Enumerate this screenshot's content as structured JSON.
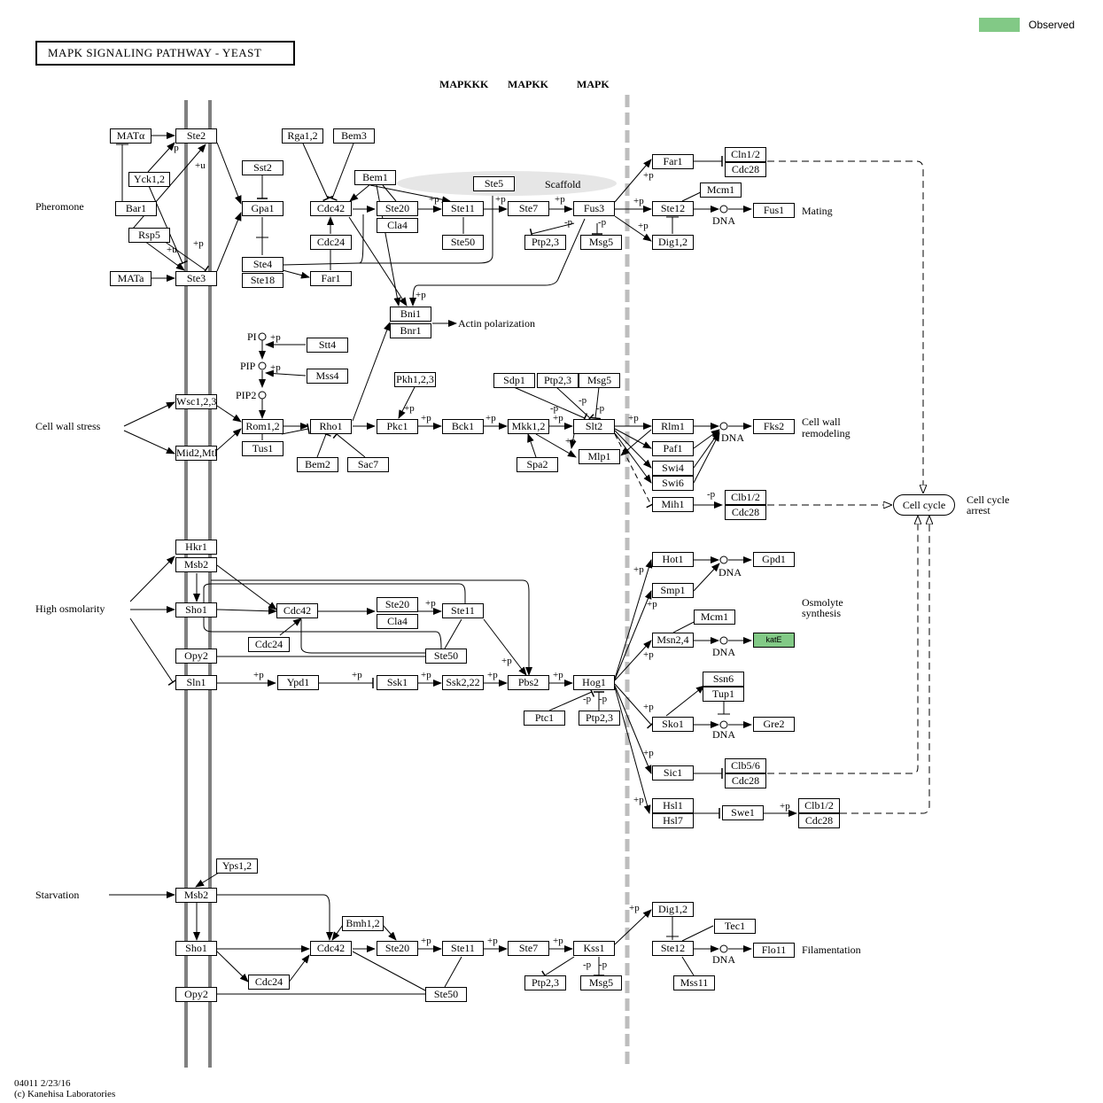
{
  "legend": {
    "observed_label": "Observed",
    "observed_color": "#82c986"
  },
  "title": "MAPK  SIGNALING  PATHWAY  -  YEAST",
  "headers": {
    "mapkkk": "MAPKKK",
    "mapkk": "MAPKK",
    "mapk": "MAPK"
  },
  "stimuli": {
    "pheromone": "Pheromone",
    "cell_wall_stress": "Cell wall stress",
    "high_osmolarity": "High osmolarity",
    "starvation": "Starvation"
  },
  "outcomes": {
    "actin": "Actin polarization",
    "mating": "Mating",
    "cell_wall_1": "Cell wall",
    "cell_wall_2": "remodeling",
    "cell_cycle_arrest_1": "Cell cycle",
    "cell_cycle_arrest_2": "arrest",
    "osmolyte_1": "Osmolyte",
    "osmolyte_2": "synthesis",
    "filamentation": "Filamentation",
    "scaffold": "Scaffold"
  },
  "cell_cycle": "Cell cycle",
  "dna": "DNA",
  "modifiers": {
    "p": "+p",
    "u": "+u",
    "mp": "-p"
  },
  "small_labels": {
    "pi": "PI",
    "pip": "PIP",
    "pip2": "PIP2"
  },
  "nodes": {
    "mata_alpha": "MATα",
    "ste2": "Ste2",
    "yck12": "Yck1,2",
    "bar1": "Bar1",
    "rsp5": "Rsp5",
    "mata": "MATa",
    "ste3": "Ste3",
    "rga12": "Rga1,2",
    "bem3": "Bem3",
    "sst2": "Sst2",
    "gpa1": "Gpa1",
    "bem1": "Bem1",
    "cdc42_a": "Cdc42",
    "ste20_a": "Ste20",
    "cla4_a": "Cla4",
    "cdc24_a": "Cdc24",
    "ste4": "Ste4",
    "ste18": "Ste18",
    "far1_a": "Far1",
    "ste5": "Ste5",
    "ste11_a": "Ste11",
    "ste50_a": "Ste50",
    "ste7_a": "Ste7",
    "fus3": "Fus3",
    "ptp23_a": "Ptp2,3",
    "msg5_a": "Msg5",
    "far1_b": "Far1",
    "cln12": "Cln1/2",
    "cdc28_a": "Cdc28",
    "mcm1_a": "Mcm1",
    "ste12_a": "Ste12",
    "fus1": "Fus1",
    "dig12_a": "Dig1,2",
    "bni1": "Bni1",
    "bnr1": "Bnr1",
    "stt4": "Stt4",
    "mss4": "Mss4",
    "pkh123": "Pkh1,2,3",
    "wsc123": "Wsc1,2,3",
    "mid2mtl": "Mid2,Mtl",
    "rom12": "Rom1,2",
    "tus1": "Tus1",
    "rho1": "Rho1",
    "bem2": "Bem2",
    "sac7": "Sac7",
    "pkc1": "Pkc1",
    "bck1": "Bck1",
    "sdp1": "Sdp1",
    "ptp23_b": "Ptp2,3",
    "msg5_b": "Msg5",
    "mkk12": "Mkk1,2",
    "slt2": "Slt2",
    "spa2": "Spa2",
    "mlp1": "Mlp1",
    "rlm1": "Rlm1",
    "paf1": "Paf1",
    "swi4": "Swi4",
    "swi6": "Swi6",
    "fks2": "Fks2",
    "mih1": "Mih1",
    "clb12_a": "Clb1/2",
    "cdc28_b": "Cdc28",
    "hkr1": "Hkr1",
    "msb2_a": "Msb2",
    "sho1_a": "Sho1",
    "opy2_a": "Opy2",
    "sln1": "Sln1",
    "cdc42_b": "Cdc42",
    "cdc24_b": "Cdc24",
    "ste20_b": "Ste20",
    "cla4_b": "Cla4",
    "ste11_b": "Ste11",
    "ste50_b": "Ste50",
    "ypd1": "Ypd1",
    "ssk1": "Ssk1",
    "ssk222": "Ssk2,22",
    "pbs2": "Pbs2",
    "hog1": "Hog1",
    "ptc1": "Ptc1",
    "ptp23_c": "Ptp2,3",
    "hot1": "Hot1",
    "gpd1": "Gpd1",
    "smp1": "Smp1",
    "mcm1_b": "Mcm1",
    "msn24": "Msn2,4",
    "kate": "katE",
    "ssn6": "Ssn6",
    "tup1": "Tup1",
    "sko1": "Sko1",
    "gre2": "Gre2",
    "sic1": "Sic1",
    "clb56": "Clb5/6",
    "cdc28_c": "Cdc28",
    "hsl1": "Hsl1",
    "hsl7": "Hsl7",
    "swe1": "Swe1",
    "clb12_b": "Clb1/2",
    "cdc28_d": "Cdc28",
    "yps12": "Yps1,2",
    "msb2_b": "Msb2",
    "sho1_b": "Sho1",
    "opy2_b": "Opy2",
    "cdc42_c": "Cdc42",
    "cdc24_c": "Cdc24",
    "bmh12": "Bmh1,2",
    "ste20_c": "Ste20",
    "ste11_c": "Ste11",
    "ste50_c": "Ste50",
    "ste7_b": "Ste7",
    "kss1": "Kss1",
    "ptp23_d": "Ptp2,3",
    "msg5_c": "Msg5",
    "dig12_b": "Dig1,2",
    "tec1": "Tec1",
    "ste12_b": "Ste12",
    "flo11": "Flo11",
    "mss11": "Mss11"
  },
  "footer": {
    "line1": "04011 2/23/16",
    "line2": "(c) Kanehisa Laboratories"
  }
}
